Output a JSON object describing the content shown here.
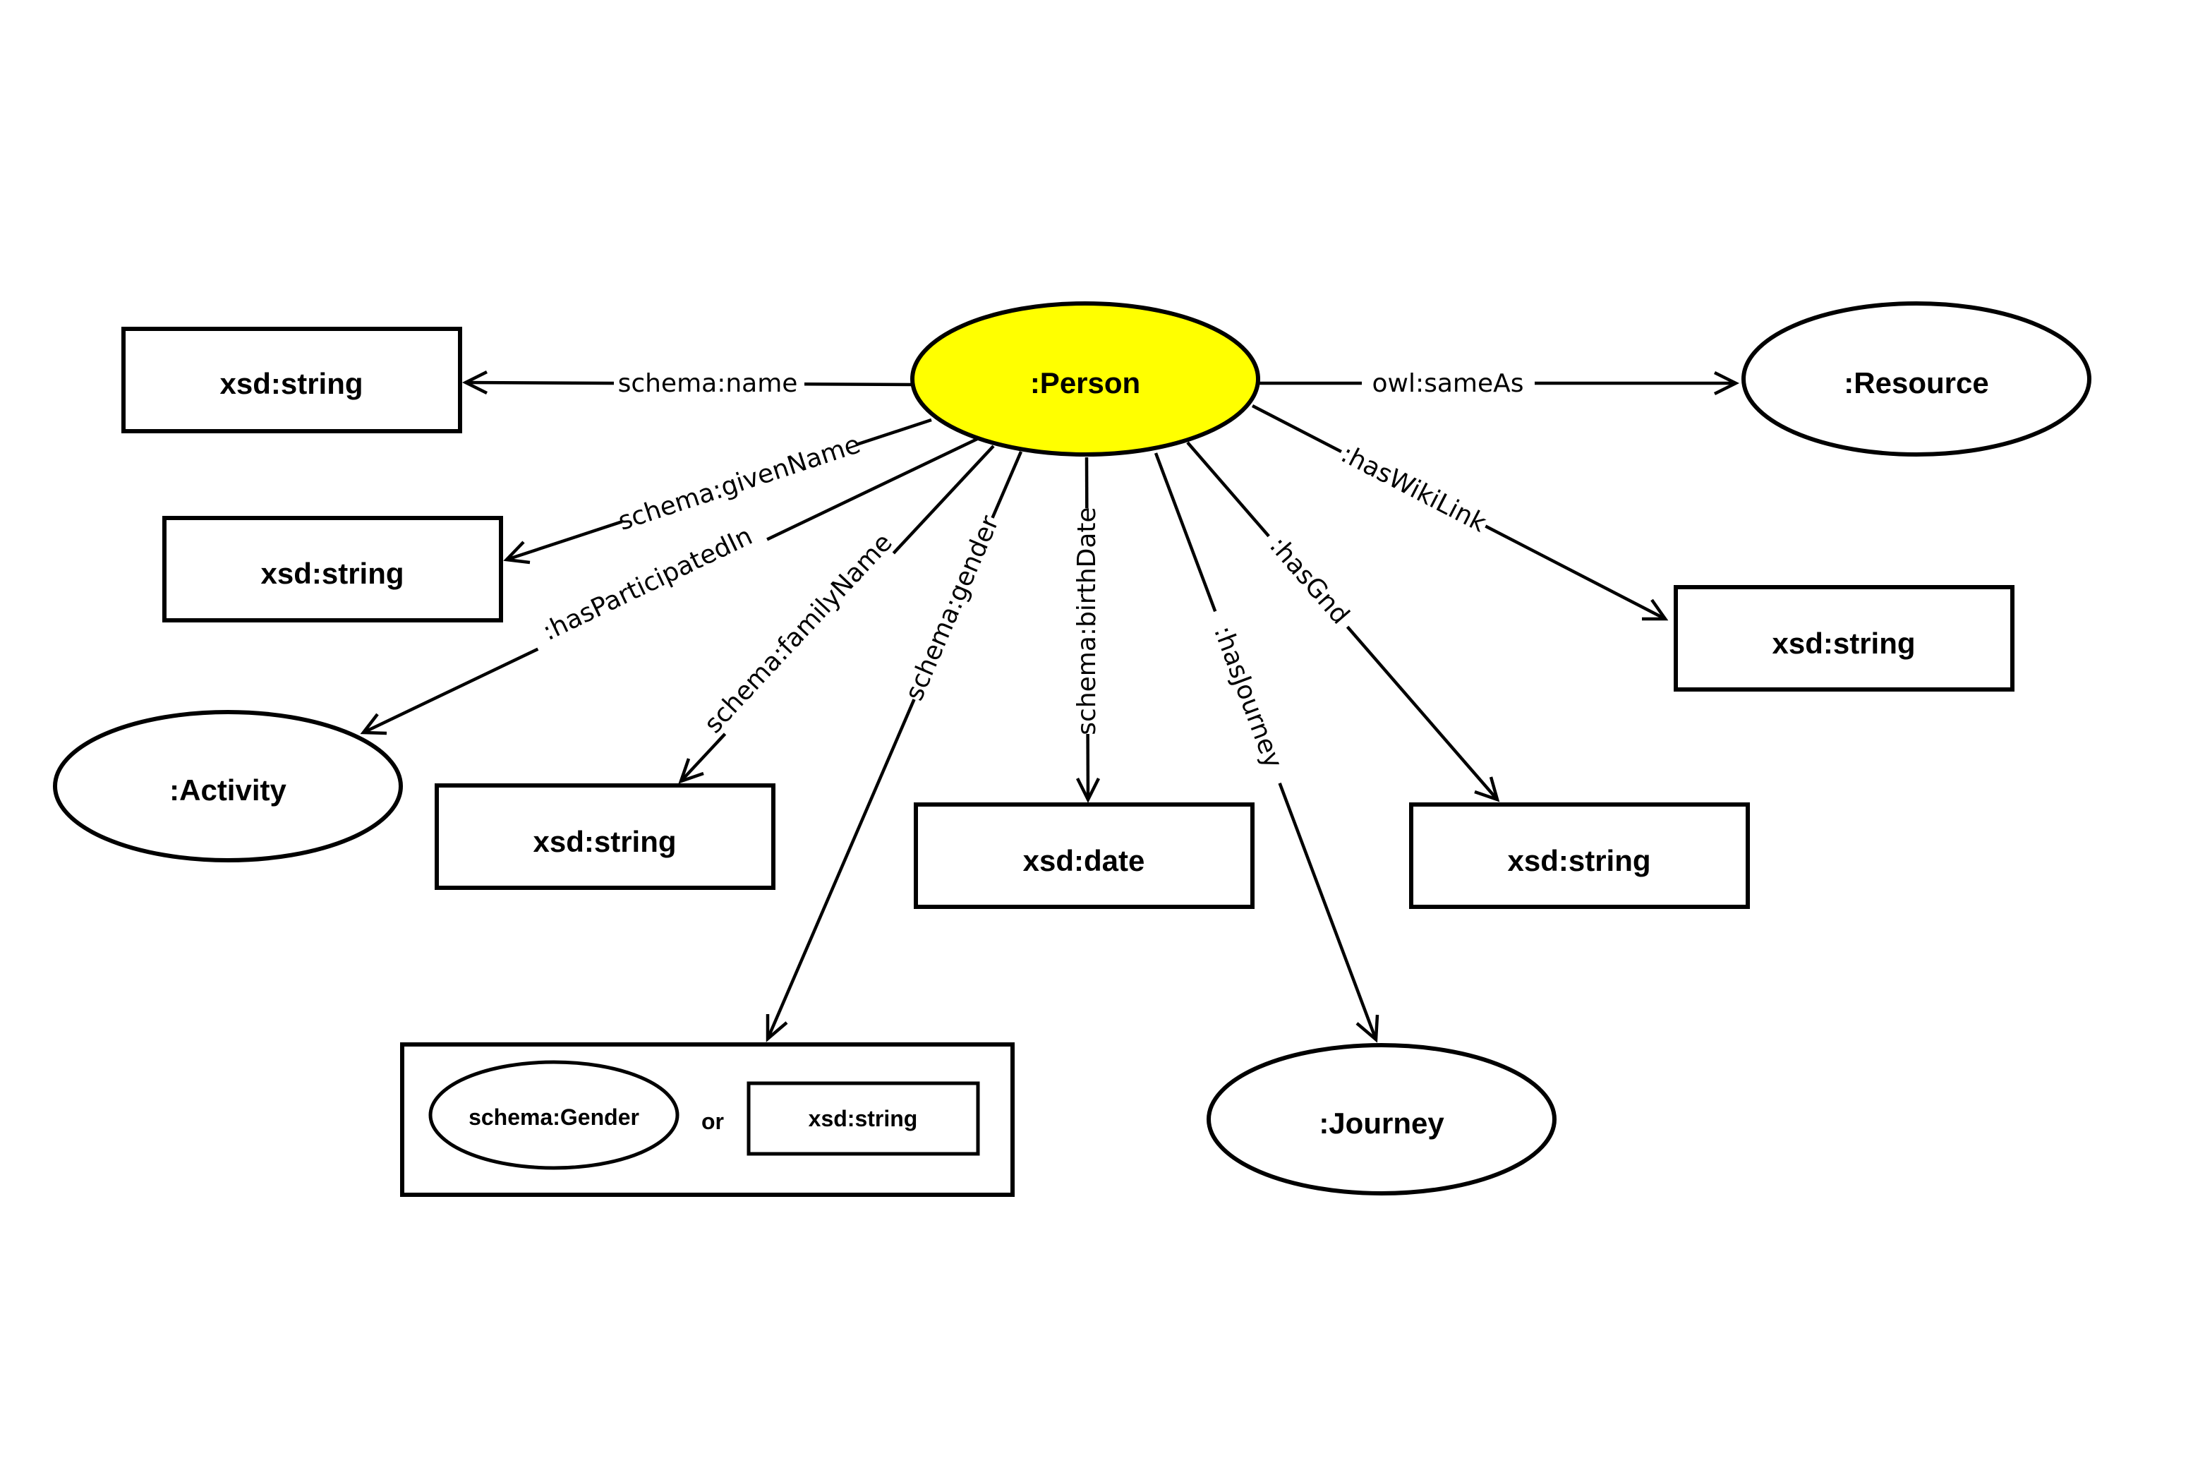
{
  "colors": {
    "person_fill": "#ffff00",
    "stroke": "#000000",
    "background": "#ffffff"
  },
  "nodes": {
    "person": ":Person",
    "resource": ":Resource",
    "activity": ":Activity",
    "journey": ":Journey",
    "name_string": "xsd:string",
    "given_name_string": "xsd:string",
    "family_name_string": "xsd:string",
    "wiki_link_string": "xsd:string",
    "gnd_string": "xsd:string",
    "birth_date": "xsd:date",
    "gender_class": "schema:Gender",
    "gender_or": "or",
    "gender_string": "xsd:string"
  },
  "edges": {
    "name": "schema:name",
    "same_as": "owl:sameAs",
    "given_name": "schema:givenName",
    "participated": ":hasParticipatedIn",
    "family_name": "schema:familyName",
    "gender": "schema:gender",
    "birth_date": "schema:birthDate",
    "journey": ":hasJourney",
    "gnd": ":hasGnd",
    "wiki_link": ":hasWikiLink"
  }
}
